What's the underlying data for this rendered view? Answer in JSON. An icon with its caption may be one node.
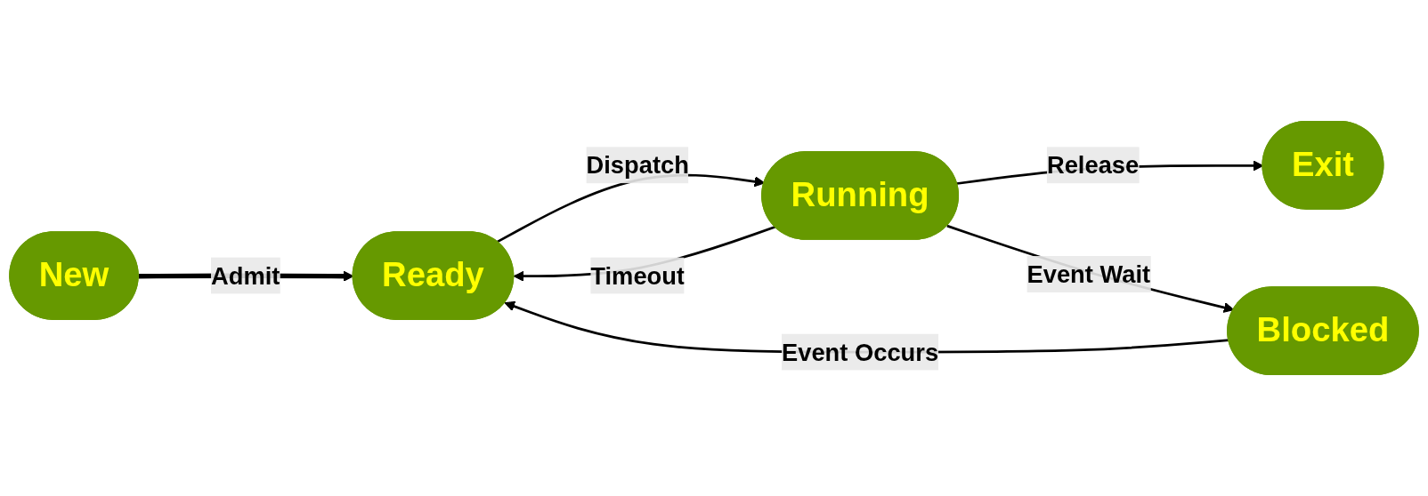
{
  "diagram": {
    "nodes": [
      {
        "text": [
          "New"
        ]
      },
      {
        "text": [
          "Ready"
        ]
      },
      {
        "text": [
          "Running"
        ]
      },
      {
        "text": [
          "Exit"
        ]
      },
      {
        "text": [
          "Blocked"
        ]
      }
    ],
    "edges": [
      {
        "from": 0,
        "to": 1,
        "arrow": "to",
        "label": "Admit",
        "style": "thick"
      },
      {
        "from": 1,
        "to": 2,
        "arrow": "to",
        "label": "Dispatch"
      },
      {
        "from": 2,
        "to": 3,
        "arrow": "to",
        "label": "Release"
      },
      {
        "from": 2,
        "to": 1,
        "arrow": "to",
        "label": "Timeout"
      },
      {
        "from": 2,
        "to": 4,
        "arrow": "to",
        "label": "Event Wait"
      },
      {
        "from": 4,
        "to": 1,
        "arrow": "to",
        "label": "Event Occurs"
      }
    ]
  }
}
